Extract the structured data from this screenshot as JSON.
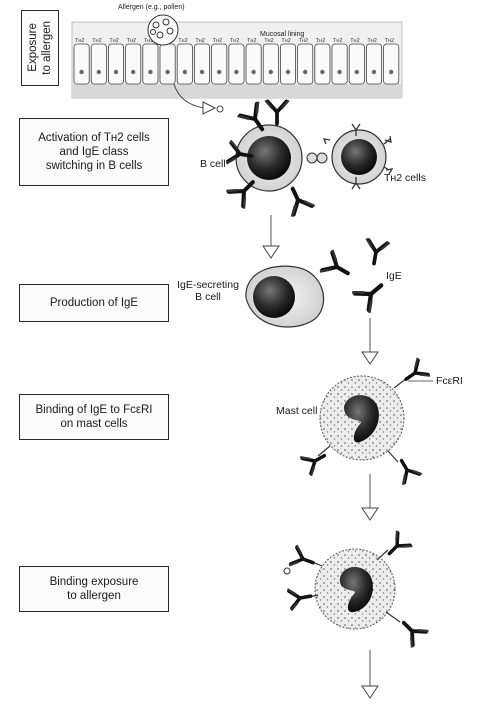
{
  "stages": {
    "exposure": "Exposure\nto allergen",
    "activation": "Activation of Tʜ2 cells\nand IgE class\nswitching in B cells",
    "production": "Production of IgE",
    "binding_ige": "Binding of IgE to FcεRI\non mast cells",
    "binding_exposure": "Binding exposure\nto allergen"
  },
  "labels": {
    "allergen": "Allergen (e.g., pollen)",
    "mucosal": "Mucosal lining",
    "b_cell": "B cell",
    "th2_cells": "Tʜ2 cells",
    "ige_secreting": "IgE-secreting\nB cell",
    "ige": "IgE",
    "fceri": "FcεRI",
    "mast_cell": "Mast cell"
  },
  "th2_cell_glyphs": [
    "Tʜ2",
    "Tʜ2",
    "Tʜ2",
    "Tʜ2",
    "Tʜ2",
    "Tʜ2",
    "Tʜ2",
    "Tʜ2",
    "Tʜ2",
    "Tʜ2",
    "Tʜ2",
    "Tʜ2",
    "Tʜ2",
    "Tʜ2",
    "Tʜ2",
    "Tʜ2",
    "Tʜ2",
    "Tʜ2",
    "Tʜ2"
  ]
}
